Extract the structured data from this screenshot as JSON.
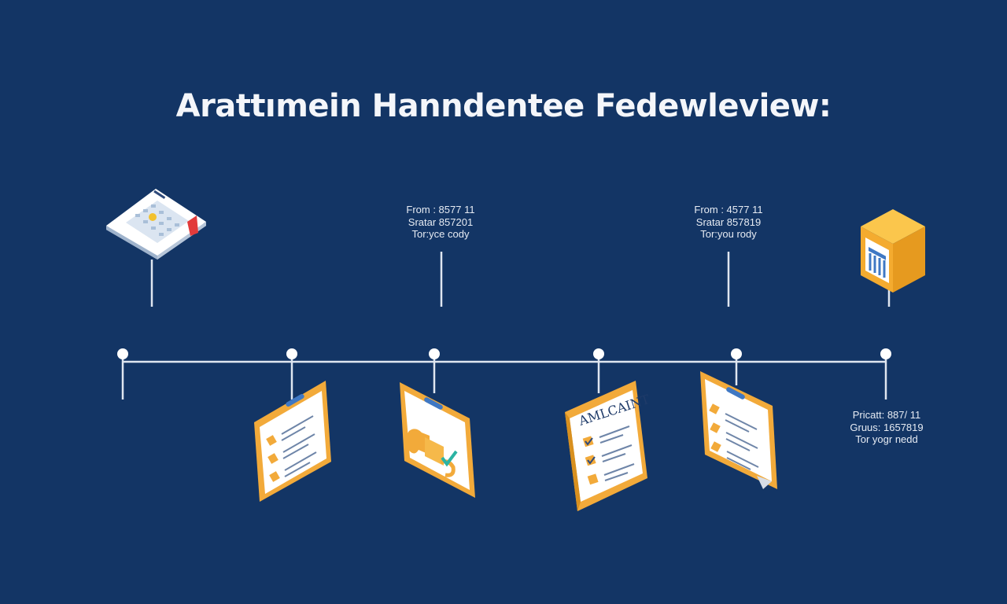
{
  "title": "Arattımein Hanndentee Fedewleview:",
  "colors": {
    "background": "#133565",
    "line": "#dfe6f0",
    "card_orange": "#f2aa3a",
    "card_white": "#ffffff",
    "accent_blue": "#3f78c4"
  },
  "labels": {
    "upper_1": {
      "from": "From : 8577 11",
      "status": "Sratar 857201",
      "note": "Tor:yce cody"
    },
    "upper_2": {
      "from": "From : 4577 11",
      "status": "Sratar 857819",
      "note": "Tor:you rody"
    },
    "lower_right": {
      "from": "Pricatt: 887/ 11",
      "status": "Gruus: 1657819",
      "note": "Tor yogr nedd"
    }
  },
  "cards": {
    "applicant_heading": "AMLCAINT"
  },
  "icons": [
    "calendar-icon",
    "archive-box-icon",
    "checklist-clipboard-icon",
    "puzzle-clipboard-icon",
    "applicant-checklist-icon",
    "document-checklist-icon"
  ]
}
